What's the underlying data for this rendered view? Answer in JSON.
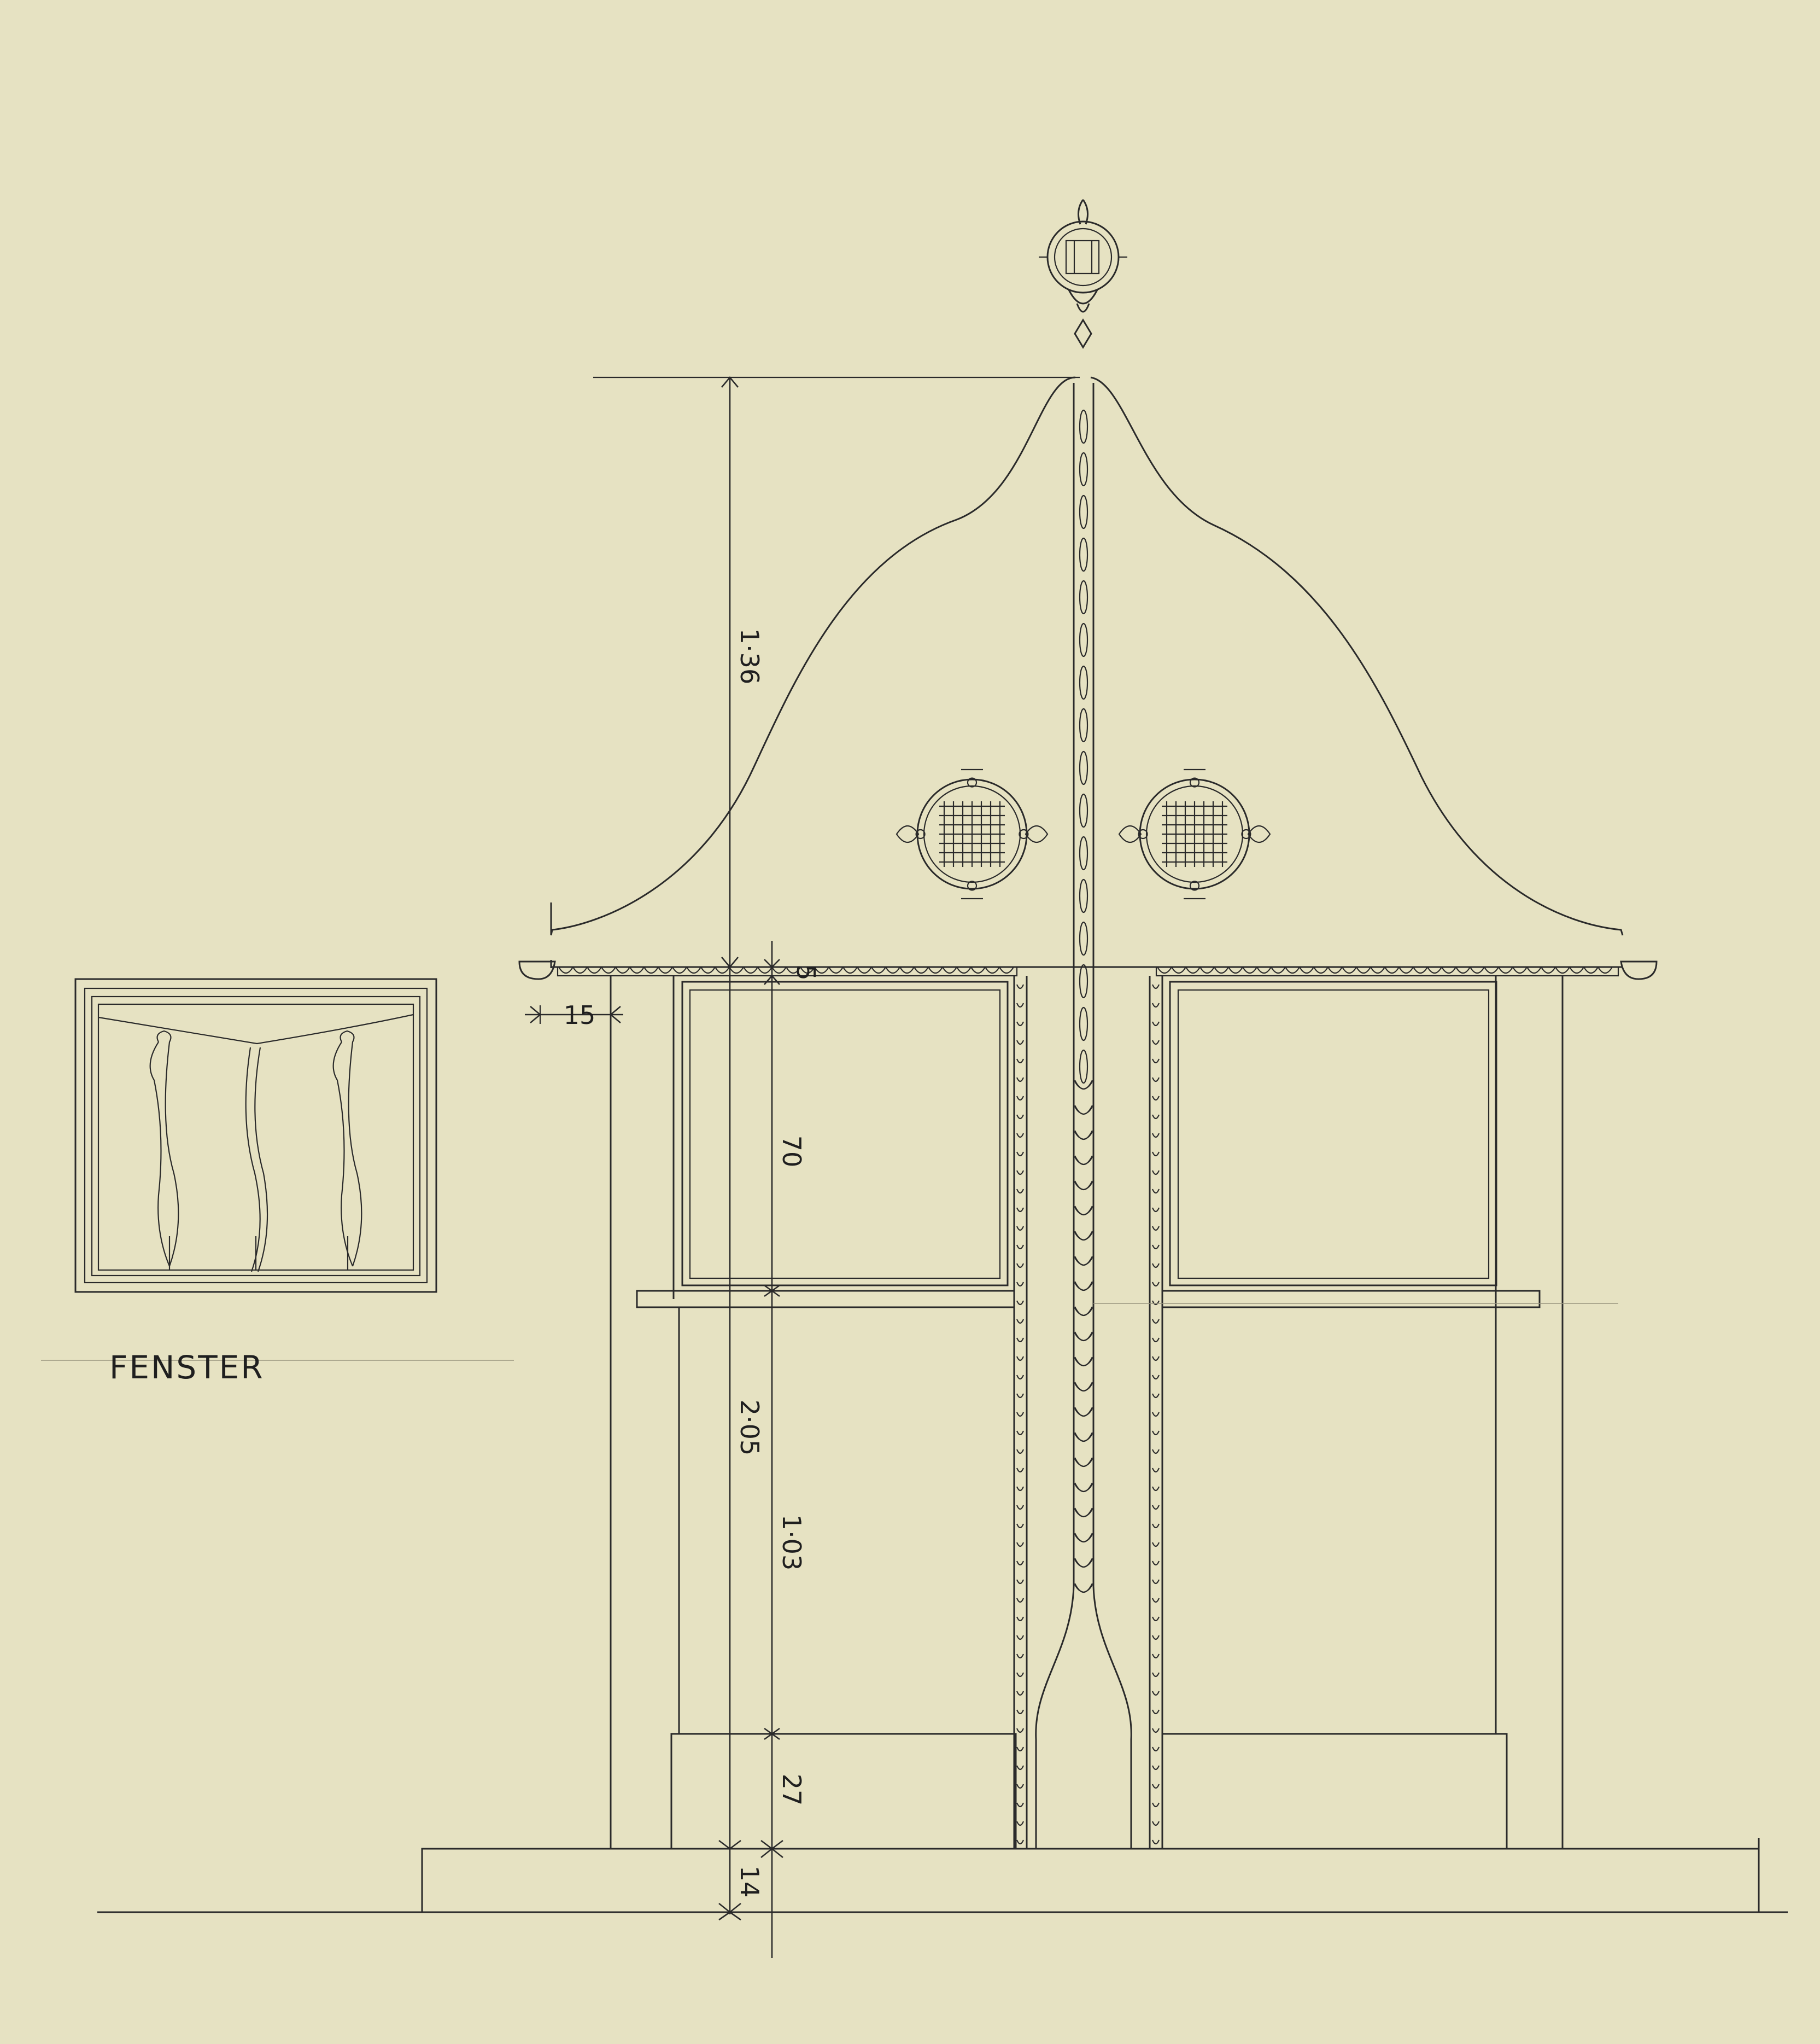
{
  "drawing": {
    "label_window": "FENSTER",
    "dimensions": {
      "roof_height": "1·36",
      "overhang": "15",
      "fascia": "5",
      "window_height": "70",
      "total_height": "2·05",
      "lower_height": "1·03",
      "plinth_height": "27",
      "base_height": "14"
    },
    "ink_color": "#2a2a2a",
    "paper_color": "#e6e2c2"
  }
}
